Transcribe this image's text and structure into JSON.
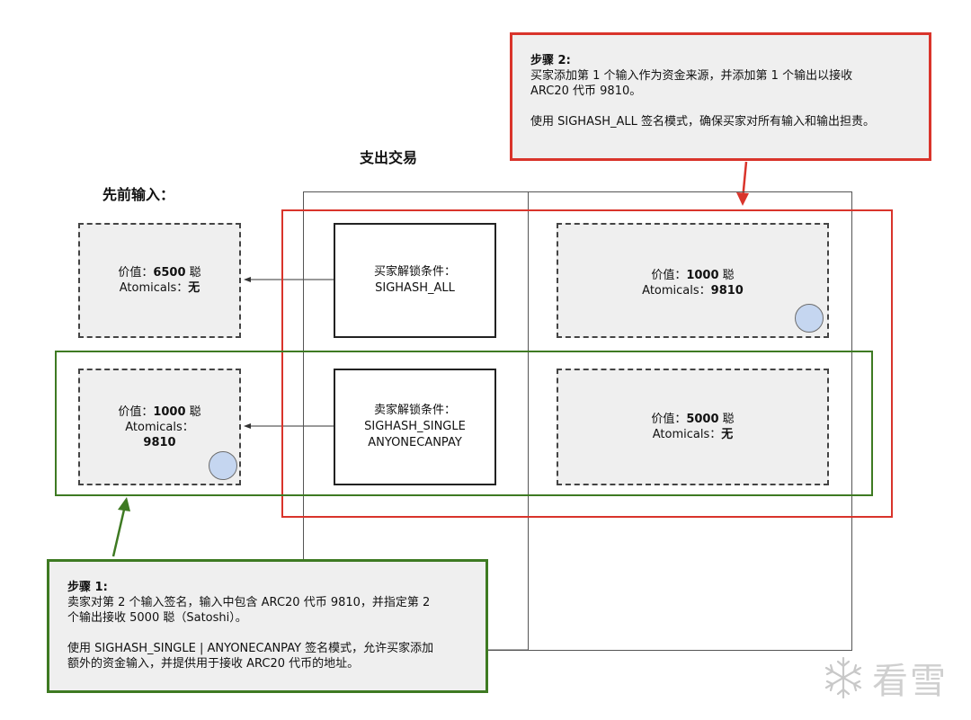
{
  "headings": {
    "prev_inputs": "先前输入：",
    "spend_tx": "支出交易"
  },
  "inputs": [
    {
      "value_label": "价值：",
      "value_num": "6500",
      "value_unit": " 聪",
      "atomicals_label": "Atomicals：",
      "atomicals_value": "无"
    },
    {
      "value_label": "价值：",
      "value_num": "1000",
      "value_unit": " 聪",
      "atomicals_label": "Atomicals：",
      "atomicals_value": "9810"
    }
  ],
  "conditions": [
    {
      "line1": "买家解锁条件：",
      "line2": "SIGHASH_ALL",
      "line3": ""
    },
    {
      "line1": "卖家解锁条件：",
      "line2": "SIGHASH_SINGLE",
      "line3": "ANYONECANPAY"
    }
  ],
  "outputs": [
    {
      "value_label": "价值：",
      "value_num": "1000",
      "value_unit": " 聪",
      "atomicals_label": "Atomicals：",
      "atomicals_value": "9810"
    },
    {
      "value_label": "价值：",
      "value_num": "5000",
      "value_unit": " 聪",
      "atomicals_label": "Atomicals：",
      "atomicals_value": "无"
    }
  ],
  "step2": {
    "title": "步骤 2:",
    "line1": "买家添加第 1 个输入作为资金来源，并添加第 1 个输出以接收",
    "line2": "ARC20 代币 9810。",
    "line3": "使用 SIGHASH_ALL 签名模式，确保买家对所有输入和输出担责。"
  },
  "step1": {
    "title": "步骤 1:",
    "line1": "卖家对第 2 个输入签名，输入中包含 ARC20 代币 9810，并指定第 2",
    "line2": "个输出接收 5000 聪（Satoshi）。",
    "line3": "使用 SIGHASH_SINGLE | ANYONECANPAY 签名模式，允许买家添加",
    "line4": "额外的资金输入，并提供用于接收 ARC20 代币的地址。"
  },
  "watermark": {
    "text": "看雪",
    "icon": "snowflake-icon"
  },
  "colors": {
    "red": "#d9342b",
    "green": "#3e7a22",
    "cell_bg": "#efefef",
    "coin": "#c5d6f0"
  }
}
